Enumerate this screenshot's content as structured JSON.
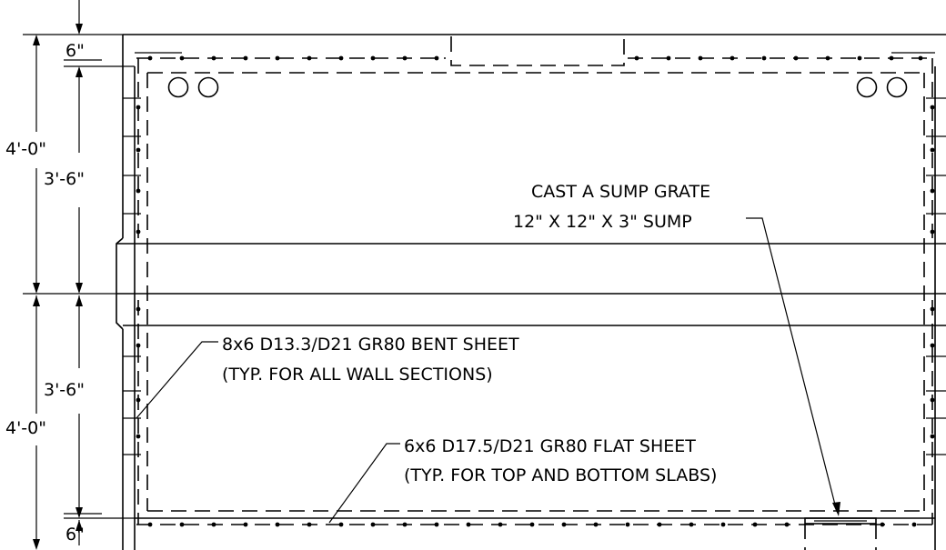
{
  "dimensions": {
    "top_slab": "6\"",
    "upper_overall": "4'-0\"",
    "upper_clear": "3'-6\"",
    "lower_clear": "3'-6\"",
    "lower_overall": "4'-0\"",
    "bottom_slab": "6\""
  },
  "notes": {
    "sump_line1": "CAST A SUMP GRATE",
    "sump_line2": "12\" X 12\" X 3\" SUMP",
    "wall_line1": "8x6 D13.3/D21 GR80 BENT SHEET",
    "wall_line2": "(TYP. FOR ALL WALL SECTIONS)",
    "slab_line1": "6x6 D17.5/D21 GR80 FLAT SHEET",
    "slab_line2": "(TYP. FOR TOP AND BOTTOM SLABS)"
  }
}
